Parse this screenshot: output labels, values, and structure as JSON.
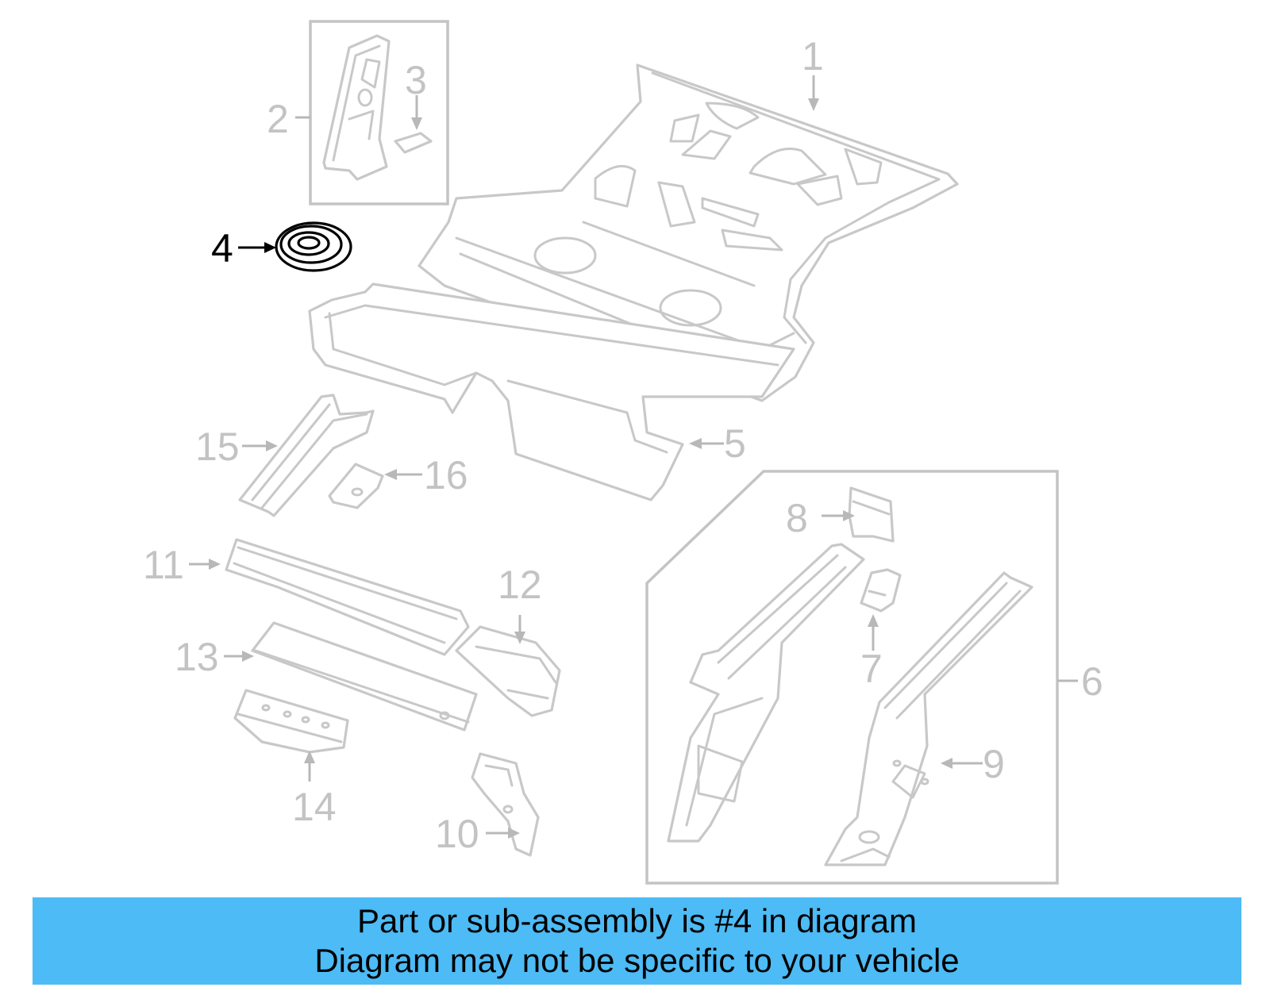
{
  "diagram": {
    "highlighted_callout": "4",
    "callouts": [
      {
        "id": "1",
        "label": "1"
      },
      {
        "id": "2",
        "label": "2"
      },
      {
        "id": "3",
        "label": "3"
      },
      {
        "id": "4",
        "label": "4"
      },
      {
        "id": "5",
        "label": "5"
      },
      {
        "id": "6",
        "label": "6"
      },
      {
        "id": "7",
        "label": "7"
      },
      {
        "id": "8",
        "label": "8"
      },
      {
        "id": "9",
        "label": "9"
      },
      {
        "id": "10",
        "label": "10"
      },
      {
        "id": "11",
        "label": "11"
      },
      {
        "id": "12",
        "label": "12"
      },
      {
        "id": "13",
        "label": "13"
      },
      {
        "id": "14",
        "label": "14"
      },
      {
        "id": "15",
        "label": "15"
      },
      {
        "id": "16",
        "label": "16"
      }
    ],
    "colors": {
      "line_art": "#c8c8c8",
      "highlight": "#000000",
      "banner": "#4dbbf5"
    }
  },
  "banner": {
    "line1": "Part or sub-assembly is #4 in diagram",
    "line2": "Diagram may not be specific to your vehicle"
  }
}
